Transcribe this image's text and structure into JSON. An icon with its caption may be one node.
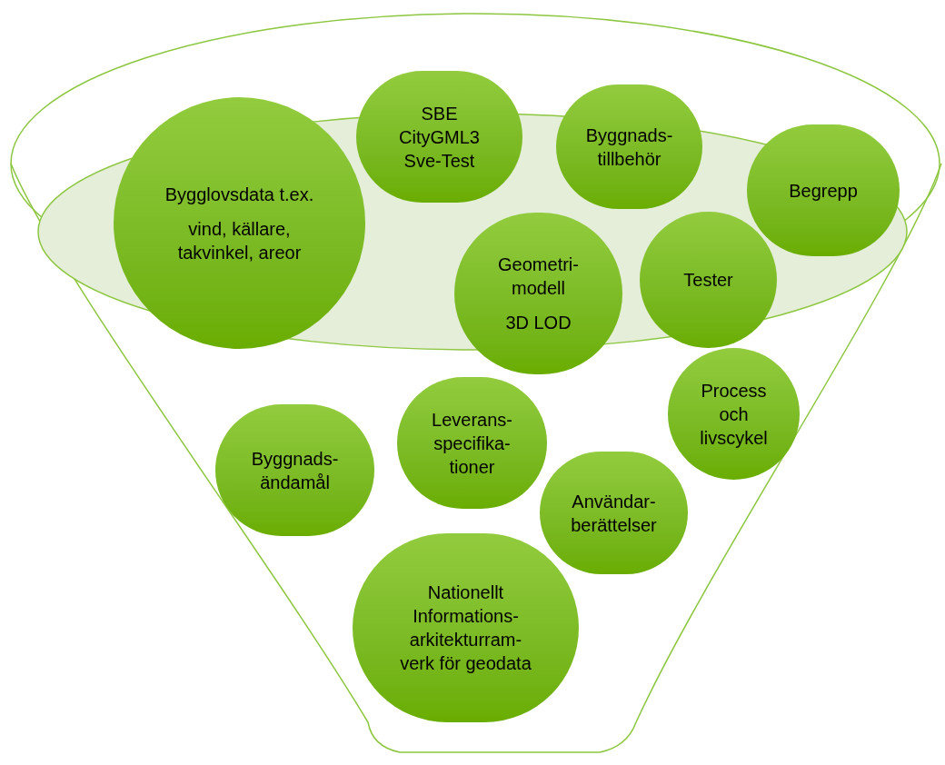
{
  "diagram": {
    "nodes": [
      {
        "text": [
          "Bygglovsdata t.ex.",
          "vind, källare, takvinkel, areor"
        ]
      },
      {
        "text": [
          "SBE CityGML3 Sve-Test"
        ]
      },
      {
        "text": [
          "Byggnads- tillbehör"
        ]
      },
      {
        "text": [
          "Begrepp"
        ]
      },
      {
        "text": [
          "Geometri- modell",
          "3D LOD"
        ]
      },
      {
        "text": [
          "Tester"
        ]
      },
      {
        "text": [
          "Byggnads- ändamål"
        ]
      },
      {
        "text": [
          "Leverans- specifika- tioner"
        ]
      },
      {
        "text": [
          "Process och livscykel"
        ]
      },
      {
        "text": [
          "Användar- berättelser"
        ]
      },
      {
        "text": [
          "Nationellt Informations- arkitekturram- verk för geodata"
        ]
      }
    ]
  }
}
